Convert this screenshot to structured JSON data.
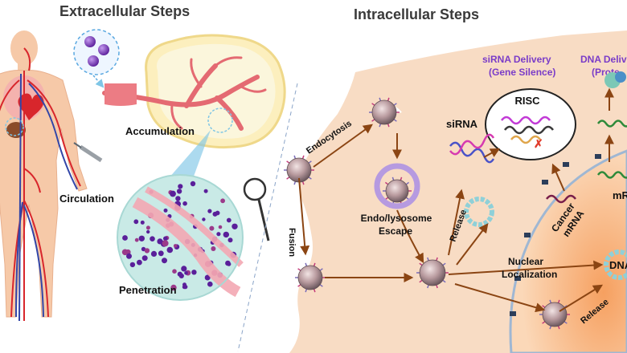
{
  "headers": {
    "extracellular": "Extracellular Steps",
    "intracellular": "Intracellular Steps"
  },
  "labels": {
    "accumulation": "Accumulation",
    "circulation": "Circulation",
    "penetration": "Penetration",
    "endocytosis": "Endocytosis",
    "fusion": "Fusion",
    "endo_escape_line1": "Endo/lysosome",
    "endo_escape_line2": "Escape",
    "release": "Release",
    "release_nucleus": "Release",
    "sirna": "siRNA",
    "risc": "RISC",
    "cancer_line1": "Cancer",
    "cancer_line2": "mRNA",
    "nuclear_line1": "Nuclear",
    "nuclear_line2": "Localization",
    "dna": "DNA",
    "mrna_partial": "mR"
  },
  "pathways": {
    "sirna_line1": "siRNA Delivery",
    "sirna_line2": "(Gene Silence)",
    "dna_line1": "DNA Deliv",
    "dna_line2": "(Prote"
  },
  "colors": {
    "cell_fill": "#f8dcc4",
    "nucleus": "#f4b27e",
    "arrow": "#8b4513",
    "pathway_text": "#7a3cc8",
    "vessel_red": "#d8262c",
    "vessel_blue": "#3246a8"
  },
  "icons": {
    "magnifier": "magnifier-icon",
    "nanoparticle": "nanoparticle-icon"
  }
}
